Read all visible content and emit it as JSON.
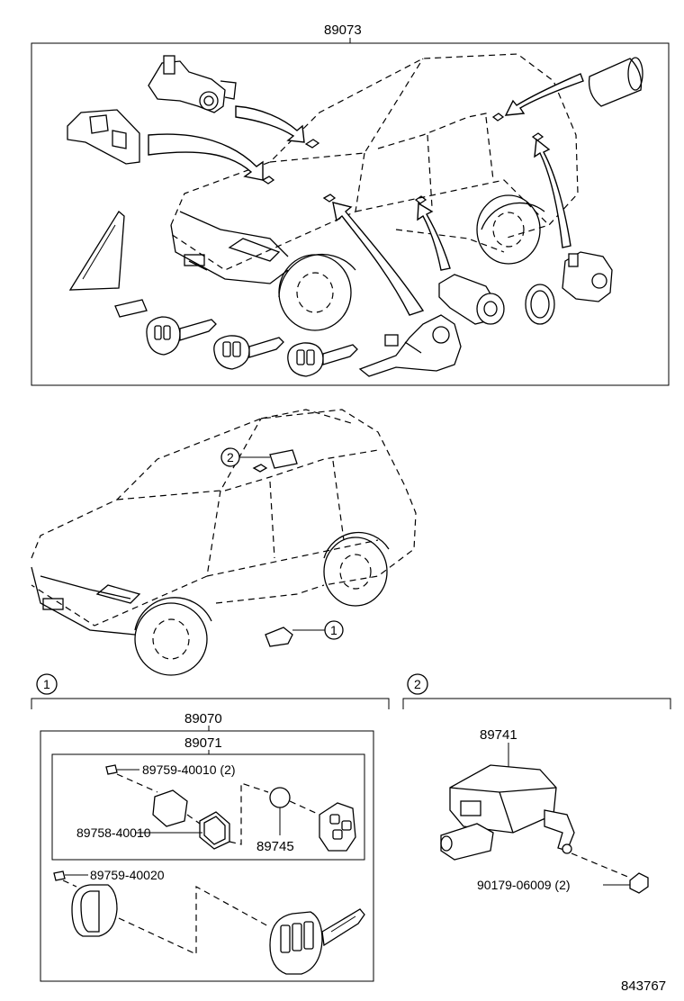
{
  "diagram": {
    "callouts": {
      "top_assembly": "89073",
      "remote_set": "89070",
      "transmitter_subset": "89071",
      "screw_1": "89759-40010 (2)",
      "case": "89758-40010",
      "battery": "89745",
      "screw_2": "89759-40020",
      "receiver": "89741",
      "bolt": "90179-06009 (2)",
      "figure_number": "843767"
    },
    "markers": {
      "ref_1": "1",
      "ref_2": "2"
    }
  }
}
